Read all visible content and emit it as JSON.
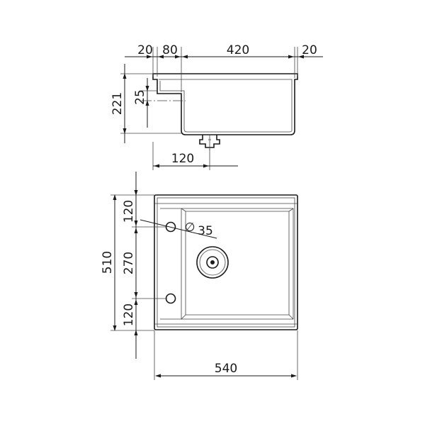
{
  "top_view": {
    "dim_left_flange": "20",
    "dim_shelf_width": "80",
    "dim_bowl_width": "420",
    "dim_right_flange": "20",
    "dim_depth": "221",
    "dim_shelf_depth": "25",
    "dim_drain_offset": "120"
  },
  "plan_view": {
    "dim_top_margin": "120",
    "dim_hole_spacing": "270",
    "dim_bottom_margin": "120",
    "dim_total_depth": "510",
    "dim_total_width": "540",
    "dim_hole_diameter": "35",
    "diameter_symbol": "∅"
  }
}
